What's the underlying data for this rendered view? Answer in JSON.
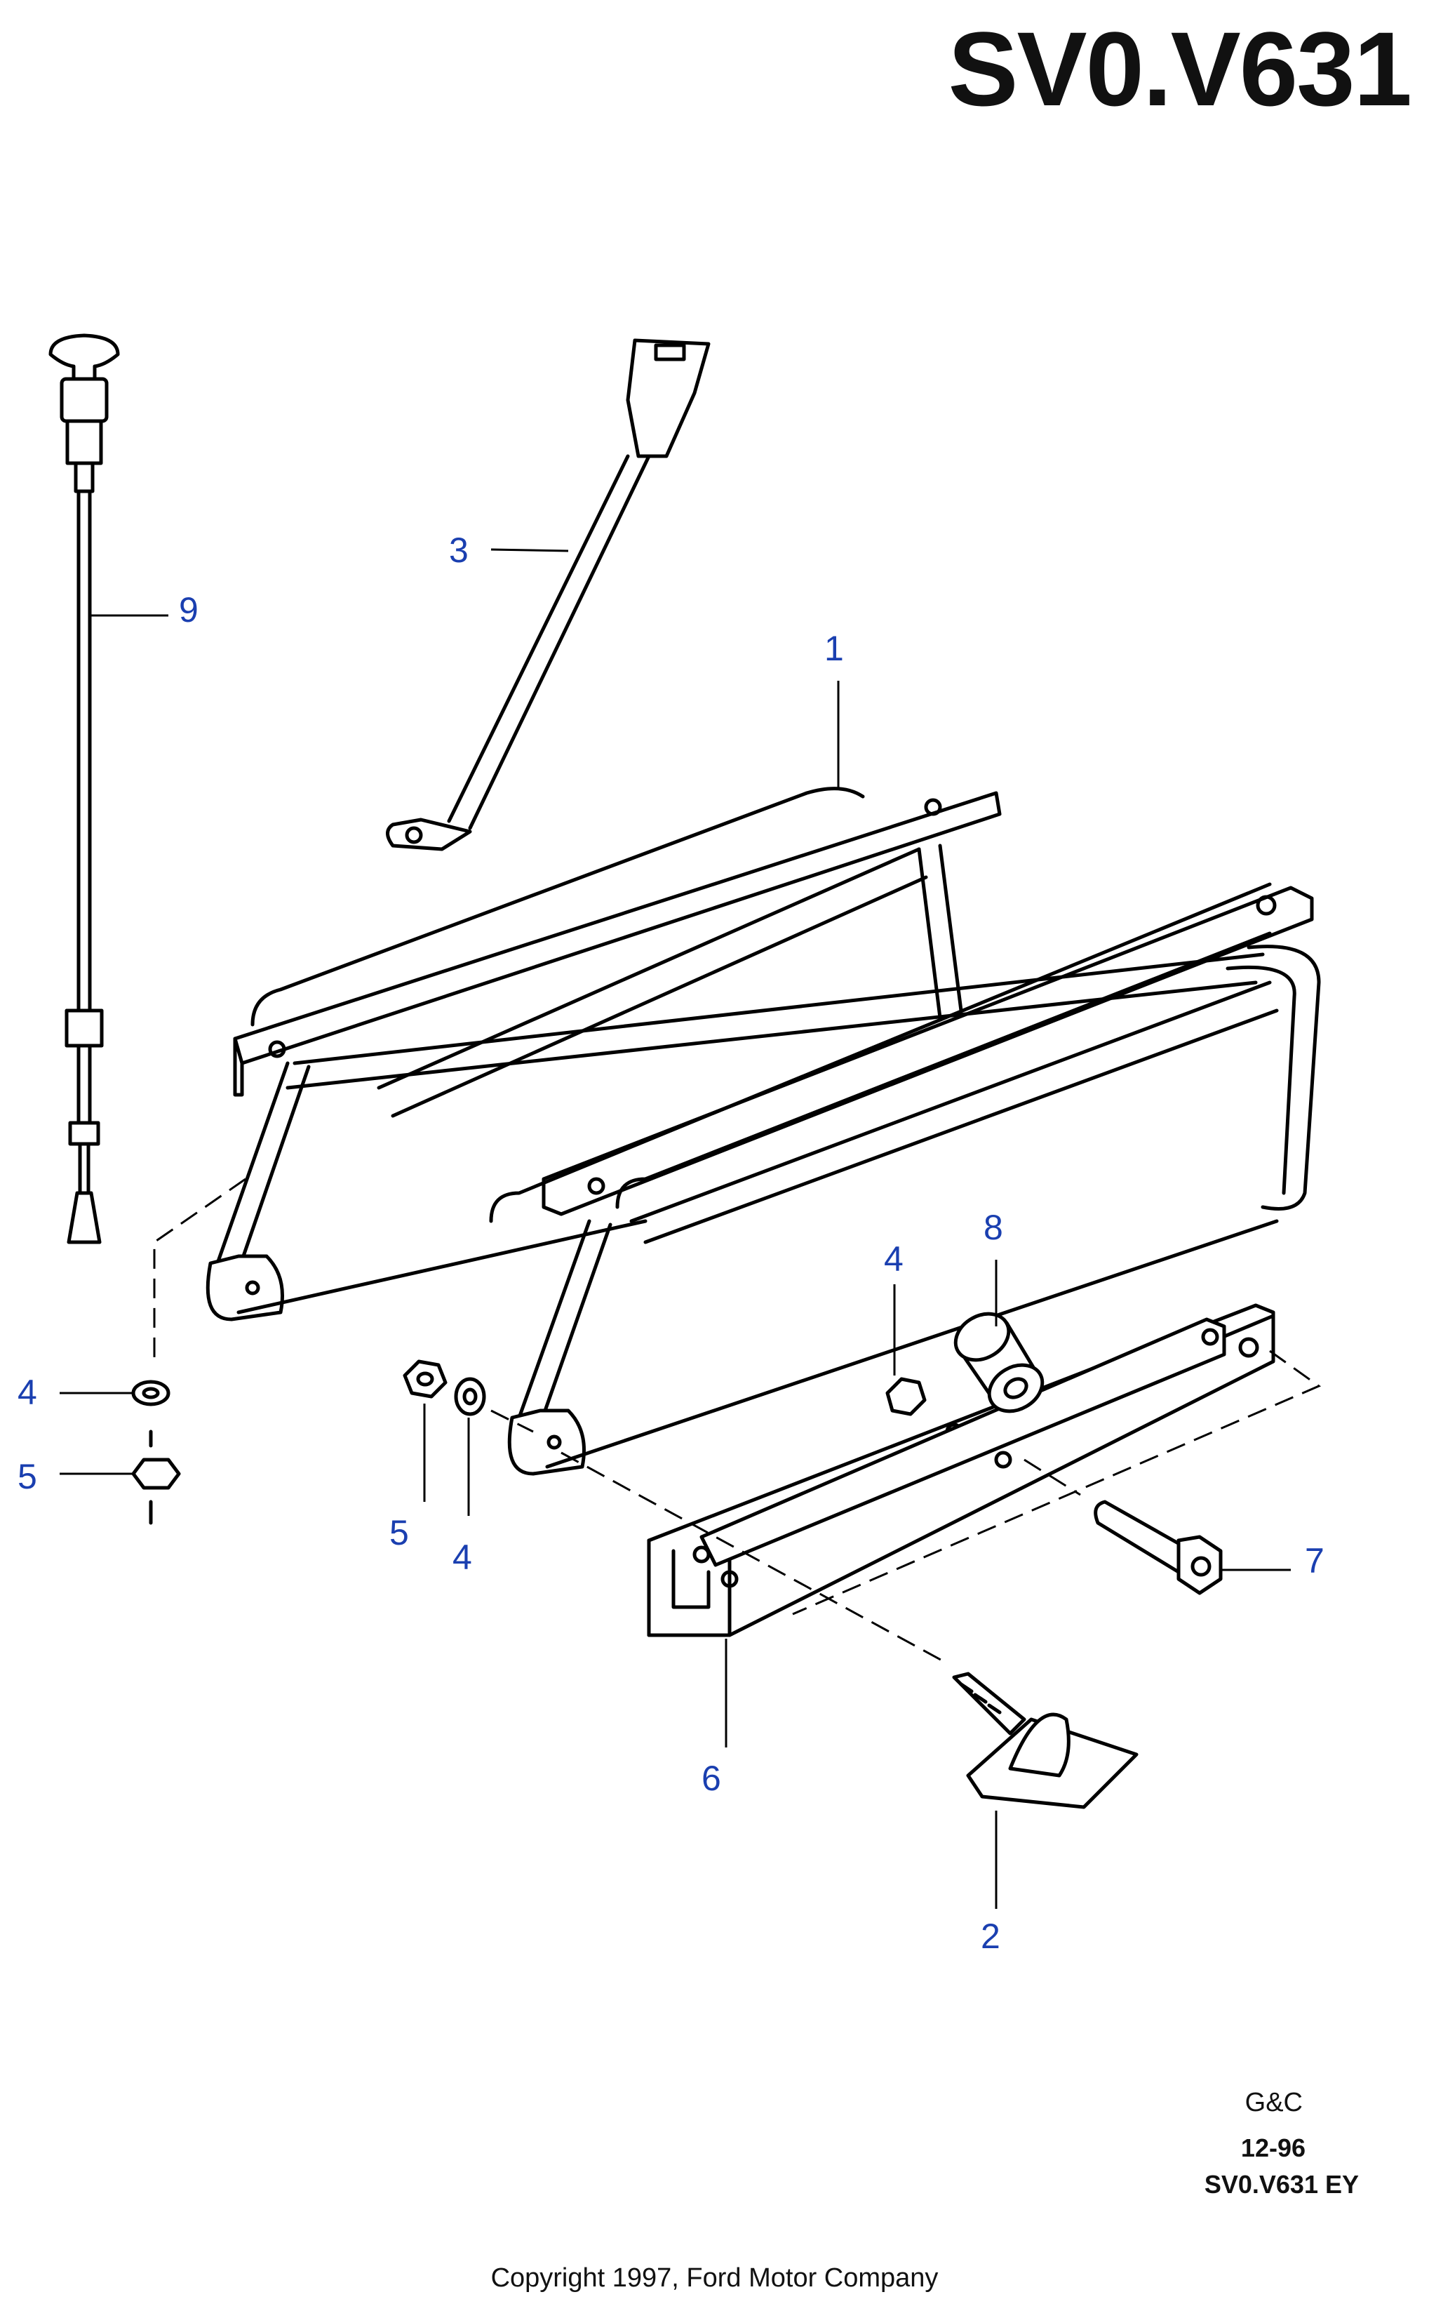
{
  "diagram_title": "SV0.V631",
  "callouts": [
    "1",
    "2",
    "3",
    "4",
    "5",
    "4",
    "5",
    "6",
    "7",
    "8",
    "9"
  ],
  "footer": {
    "gc": "G&C",
    "date": "12-96",
    "reference": "SV0.V631 EY",
    "copyright": "Copyright 1997, Ford Motor Company"
  },
  "colors": {
    "callout": "#1a3fb0",
    "line": "#000000"
  }
}
